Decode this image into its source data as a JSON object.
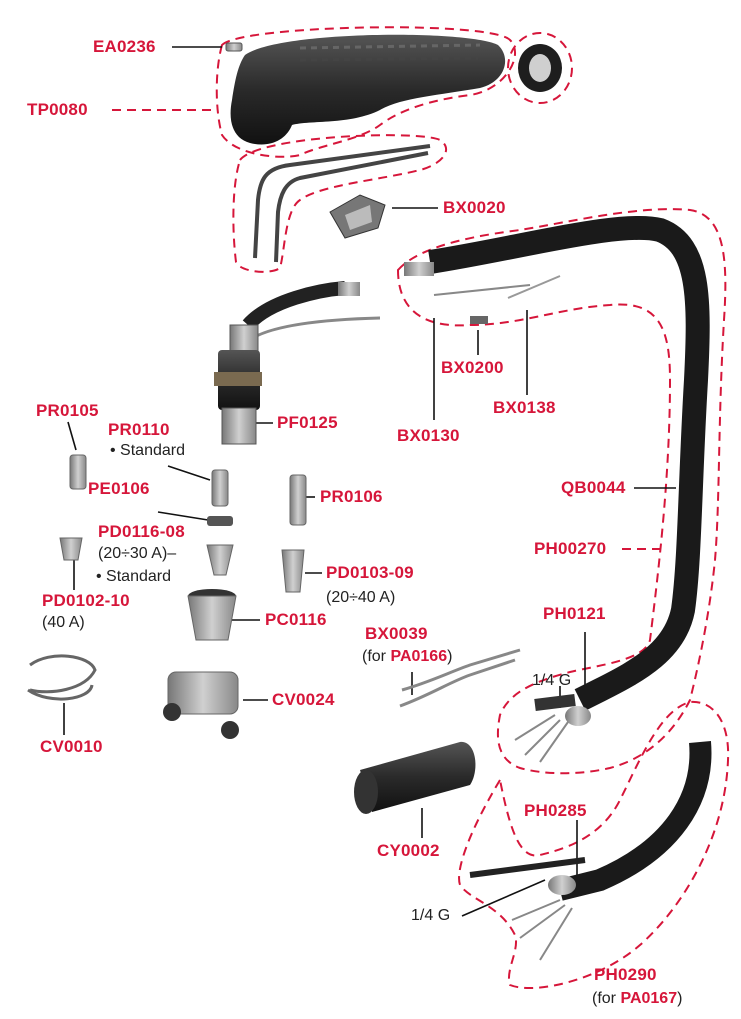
{
  "colors": {
    "label": "#d6163a",
    "outline": "#d6163a",
    "part": "#2a2a2a",
    "metal": "#b8b8b8"
  },
  "labels": {
    "ea0236": "EA0236",
    "tp0080": "TP0080",
    "bx0020": "BX0020",
    "pf0125": "PF0125",
    "pr0105": "PR0105",
    "pr0110": "PR0110",
    "pr0110_note": "• Standard",
    "pe0106": "PE0106",
    "pd0116_08": "PD0116-08",
    "pd0116_08_range": "(20÷30 A)–",
    "pd0116_08_note": "• Standard",
    "pd0102_10": "PD0102-10",
    "pd0102_10_range": "(40 A)",
    "pr0106": "PR0106",
    "pd0103_09": "PD0103-09",
    "pd0103_09_range": "(20÷40 A)",
    "pc0116": "PC0116",
    "cv0024": "CV0024",
    "cv0010": "CV0010",
    "bx0130": "BX0130",
    "bx0200": "BX0200",
    "bx0138": "BX0138",
    "qb0044": "QB0044",
    "ph00270": "PH00270",
    "ph0121": "PH0121",
    "quarter_g_1": "1/4 G",
    "bx0039": "BX0039",
    "bx0039_for": "(for ",
    "bx0039_pa": "PA0166",
    "bx0039_close": ")",
    "cy0002": "CY0002",
    "ph0285": "PH0285",
    "quarter_g_2": "1/4 G",
    "ph0290": "PH0290",
    "ph0290_for": "(for ",
    "ph0290_pa": "PA0167",
    "ph0290_close": ")"
  }
}
